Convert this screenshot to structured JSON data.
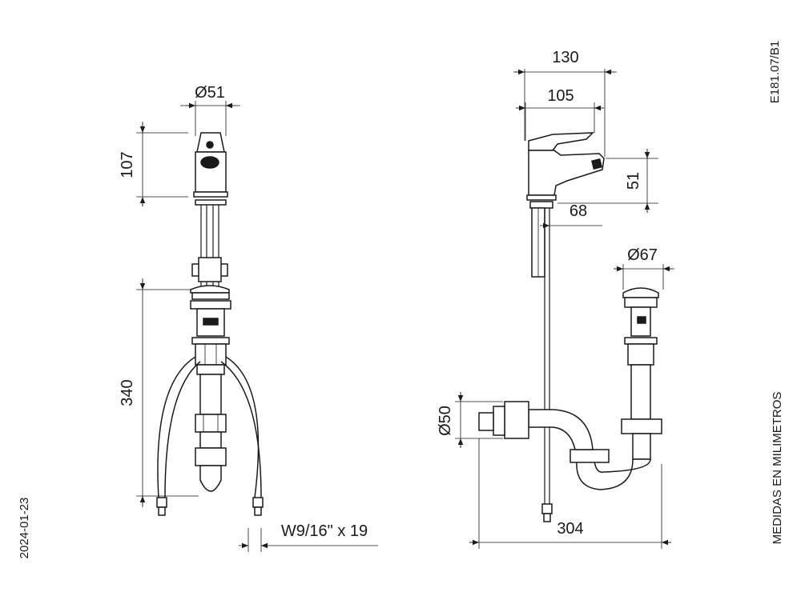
{
  "drawing": {
    "code": "E181.07/B1",
    "date": "2024-01-23",
    "units_note": "MEDIDAS EN MILIMETROS",
    "thread_spec": "W9/16\" x 19",
    "front_view": {
      "body_diameter": "Ø51",
      "body_height": "107",
      "drain_height": "340"
    },
    "side_view": {
      "total_depth": "130",
      "spout_reach": "105",
      "spout_height": "51",
      "base_offset": "68",
      "drain_diameter": "Ø67",
      "trap_diameter": "Ø50",
      "trap_length": "304"
    }
  }
}
